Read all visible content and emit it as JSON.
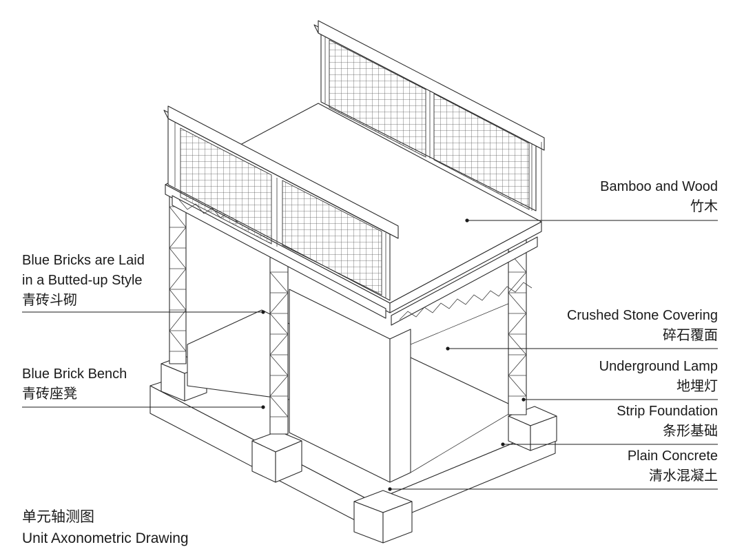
{
  "labels": {
    "bamboo": {
      "en": "Bamboo and Wood",
      "zh": "竹木"
    },
    "blue_bricks": {
      "en1": "Blue Bricks are Laid",
      "en2": "in a Butted-up Style",
      "zh": "青砖斗砌"
    },
    "crushed_stone": {
      "en": "Crushed Stone Covering",
      "zh": "碎石覆面"
    },
    "underground_lamp": {
      "en": "Underground Lamp",
      "zh": "地埋灯"
    },
    "bench": {
      "en": "Blue Brick Bench",
      "zh": "青砖座凳"
    },
    "strip_foundation": {
      "en": "Strip Foundation",
      "zh": "条形基础"
    },
    "plain_concrete": {
      "en": "Plain Concrete",
      "zh": "清水混凝土"
    }
  },
  "caption": {
    "zh": "单元轴测图",
    "en": "Unit Axonometric Drawing"
  }
}
